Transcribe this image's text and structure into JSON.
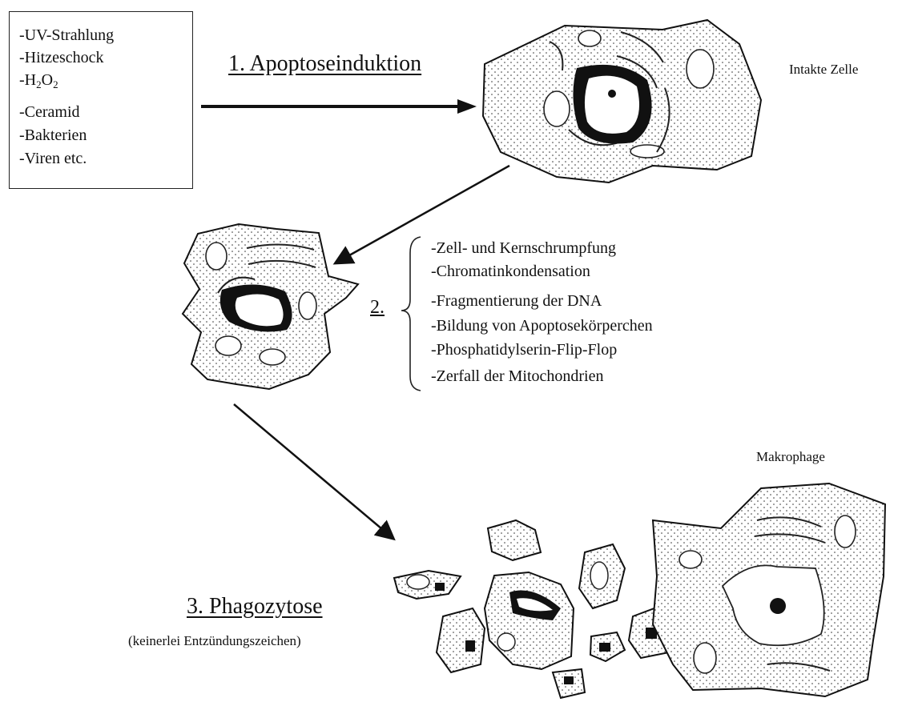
{
  "inducers": {
    "items": [
      "-UV-Strahlung",
      "-Hitzeschock",
      "-Ceramid",
      "-Bakterien",
      "-Viren etc."
    ],
    "h2o2": {
      "prefix": "-H",
      "sub1": "2",
      "mid": "O",
      "sub2": "2"
    }
  },
  "step1": {
    "label": "1. Apoptoseinduktion"
  },
  "step2": {
    "label": "2.",
    "features": [
      "-Zell- und Kernschrumpfung",
      "-Chromatinkondensation",
      "-Fragmentierung der DNA",
      "-Bildung von Apoptosekörperchen",
      "-Phosphatidylserin-Flip-Flop",
      "-Zerfall der Mitochondrien"
    ]
  },
  "step3": {
    "label": "3. Phagozytose",
    "note": "(keinerlei Entzündungszeichen)"
  },
  "labels": {
    "intact_cell": "Intakte Zelle",
    "macrophage": "Makrophage"
  }
}
